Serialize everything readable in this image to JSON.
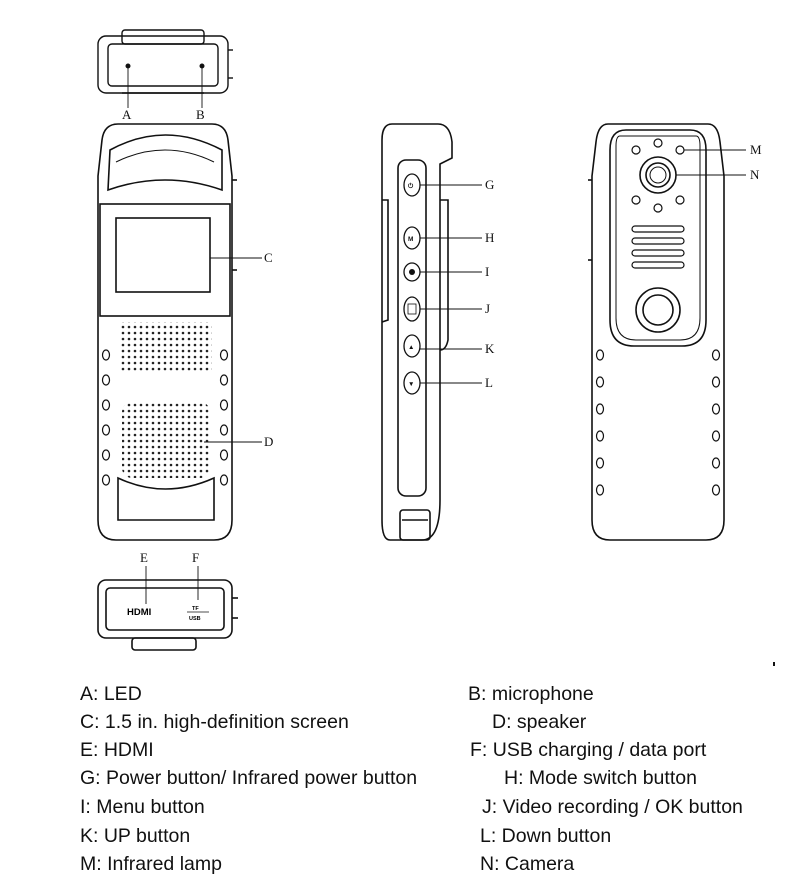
{
  "callouts": {
    "A": "A",
    "B": "B",
    "C": "C",
    "D": "D",
    "E": "E",
    "F": "F",
    "G": "G",
    "H": "H",
    "I": "I",
    "J": "J",
    "K": "K",
    "L": "L",
    "M": "M",
    "N": "N"
  },
  "port_labels": {
    "hdmi": "HDMI",
    "usb_top": "TF",
    "usb_bottom": "USB"
  },
  "legend": [
    {
      "key": "A",
      "text": "A: LED"
    },
    {
      "key": "B",
      "text": "B: microphone"
    },
    {
      "key": "C",
      "text": "C: 1.5 in. high-definition screen"
    },
    {
      "key": "D",
      "text": "D: speaker"
    },
    {
      "key": "E",
      "text": "E: HDMI"
    },
    {
      "key": "F",
      "text": "F: USB charging / data port"
    },
    {
      "key": "G",
      "text": "G: Power button/ Infrared power button"
    },
    {
      "key": "H",
      "text": "H: Mode switch button"
    },
    {
      "key": "I",
      "text": "I: Menu button"
    },
    {
      "key": "J",
      "text": "J: Video recording / OK button"
    },
    {
      "key": "K",
      "text": "K: UP button"
    },
    {
      "key": "L",
      "text": "L: Down button"
    },
    {
      "key": "M",
      "text": "M: Infrared lamp"
    },
    {
      "key": "N",
      "text": "N: Camera"
    }
  ]
}
